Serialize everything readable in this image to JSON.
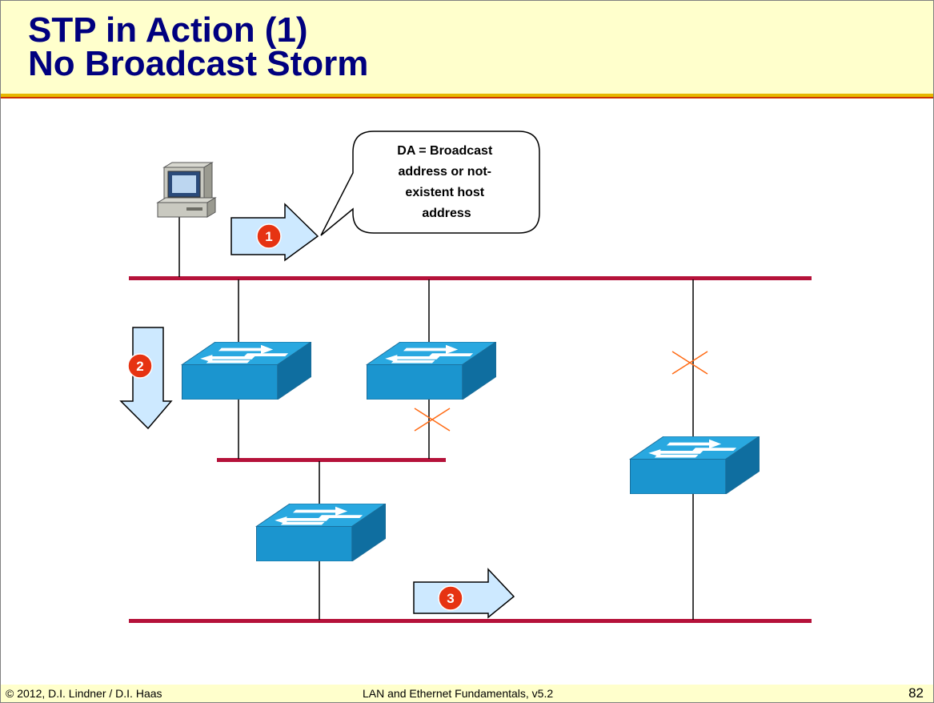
{
  "title": {
    "line1": "STP in Action (1)",
    "line2": "No Broadcast Storm"
  },
  "callout": {
    "lines": [
      "DA = Broadcast",
      "address or not-",
      "existent host",
      "address"
    ]
  },
  "steps": [
    {
      "number": "1"
    },
    {
      "number": "2"
    },
    {
      "number": "3"
    }
  ],
  "footer": {
    "copyright": "© 2012, D.I. Lindner / D.I. Haas",
    "course": "LAN and Ethernet Fundamentals, v5.2",
    "page": "82"
  },
  "colors": {
    "title_text": "#00007f",
    "title_background": "#ffffcc",
    "lan_segment": "#b5123a",
    "switch_face": "#1e9ed6",
    "blocked_port": "#ff6a13",
    "step_marker": "#e63312",
    "flow_arrow": "#cde9ff"
  },
  "icons": [
    "workstation-icon",
    "switch-icon",
    "blocked-port-icon",
    "flow-arrow-icon"
  ],
  "diagram": {
    "lan_segments": 3,
    "switches": 4,
    "blocked_ports": 2
  }
}
